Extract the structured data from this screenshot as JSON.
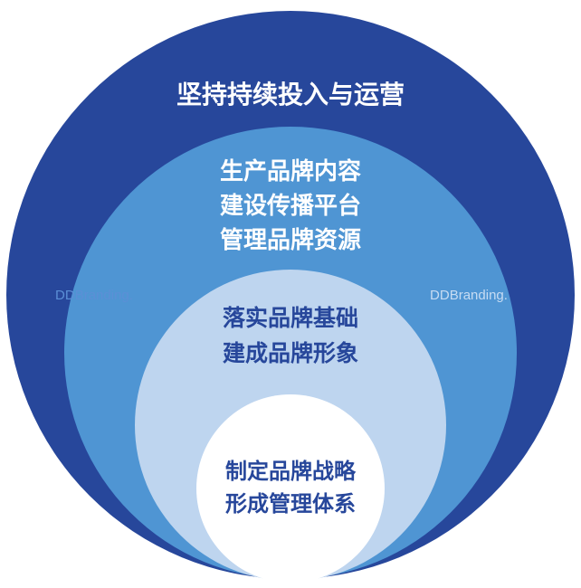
{
  "colors": {
    "outer": "#27479b",
    "middle": "#4f95d3",
    "inner": "#bed5ef",
    "core": "#ffffff",
    "text_light": "#ffffff",
    "text_dark": "#27479b",
    "watermark_on_dark": "#5b8fd6",
    "watermark_on_mid": "#c7dcf3"
  },
  "layers": {
    "outer": {
      "lines": [
        "坚持持续投入与运营"
      ]
    },
    "middle": {
      "lines": [
        "生产品牌内容",
        "建设传播平台",
        "管理品牌资源"
      ]
    },
    "inner": {
      "lines": [
        "落实品牌基础",
        "建成品牌形象"
      ]
    },
    "core": {
      "lines": [
        "制定品牌战略",
        "形成管理体系"
      ]
    }
  },
  "watermarks": {
    "left": "DDBranding.",
    "right": "DDBranding."
  }
}
